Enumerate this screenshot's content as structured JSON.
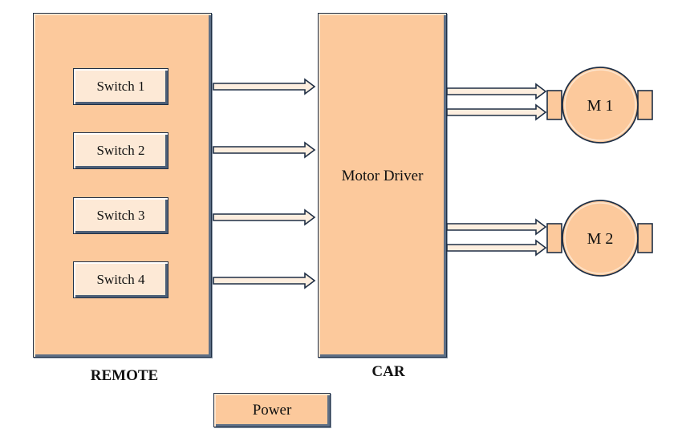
{
  "remote": {
    "label": "REMOTE",
    "switches": [
      "Switch 1",
      "Switch 2",
      "Switch 3",
      "Switch 4"
    ]
  },
  "car": {
    "label": "CAR",
    "driver_label": "Motor Driver"
  },
  "motors": [
    "M 1",
    "M 2"
  ],
  "power": {
    "label": "Power"
  },
  "colors": {
    "fill": "#fcc99c",
    "switch_fill": "#fde9d6",
    "stroke": "#1f2f45"
  }
}
